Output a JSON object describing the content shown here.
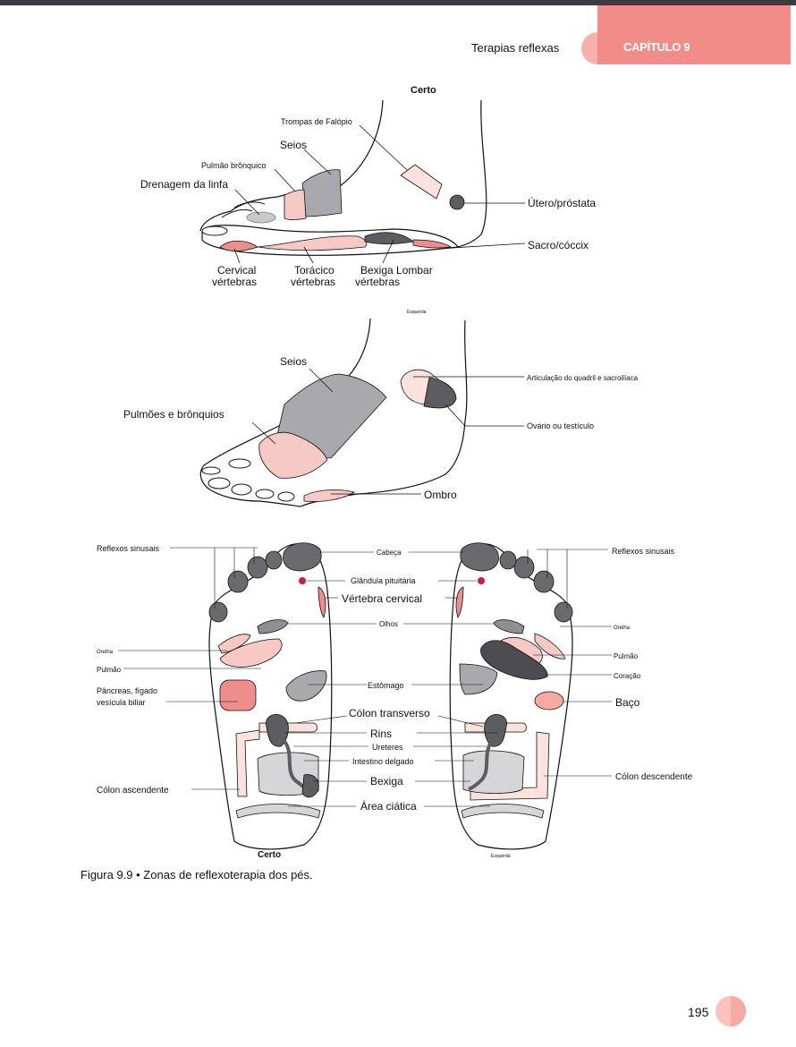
{
  "header": {
    "running_head": "Terapias reflexas",
    "chapter_label": "CAPÍTULO 9"
  },
  "figure": {
    "caption": "Figura 9.9 • Zonas de reflexoterapia dos pés.",
    "top_view": {
      "title": "Certo",
      "labels": {
        "fallopian": "Trompas de Falópio",
        "sinus": "Seios",
        "lung_bronchial": "Pulmão brônquico",
        "lymph": "Drenagem da linfa",
        "uterus": "Útero/próstata",
        "sacrum": "Sacro/cóccix",
        "cervical_1": "Cervical",
        "cervical_2": "vértebras",
        "thoracic_1": "Torácico",
        "thoracic_2": "vértebras",
        "lumbar_1": "Bexiga Lombar",
        "lumbar_2": "vértebras"
      }
    },
    "middle_view": {
      "title": "Esquerda",
      "labels": {
        "sinus": "Seios",
        "lungs": "Pulmões e brônquios",
        "hip": "Articulação do quadril e sacroilíaca",
        "ovary": "Ovário ou testículo",
        "shoulder": "Ombro"
      }
    },
    "sole_view": {
      "right_title": "Certo",
      "left_title": "Esquerda",
      "labels": {
        "sinus_left": "Reflexos sinusais",
        "sinus_right": "Reflexos sinusais",
        "head": "Cabeça",
        "pituitary": "Glândula pituitária",
        "cervical": "Vértebra cervical",
        "eyes": "Olhos",
        "ear_left": "Orelha",
        "ear_right": "Orelha",
        "lung_left": "Pulmão",
        "lung_right": "Pulmão",
        "heart": "Coração",
        "pancreas_1": "Pâncreas, fígado",
        "pancreas_2": "vesícula biliar",
        "stomach": "Estômago",
        "spleen": "Baço",
        "transverse": "Cólon transverso",
        "kidneys": "Rins",
        "ureters": "Ureteres",
        "small_intestine": "Intestino delgado",
        "ascending": "Cólon ascendente",
        "descending": "Cólon descendente",
        "bladder": "Bexiga",
        "sciatic": "Área ciática"
      }
    }
  },
  "page_number": "195",
  "colors": {
    "accent": "#f28c88",
    "pink_light": "#f7c9c4",
    "pink_mid": "#ef8d8d",
    "gray_dark": "#5d5d61",
    "gray_mid": "#8e8e93",
    "gray_light": "#d6d6d8"
  }
}
